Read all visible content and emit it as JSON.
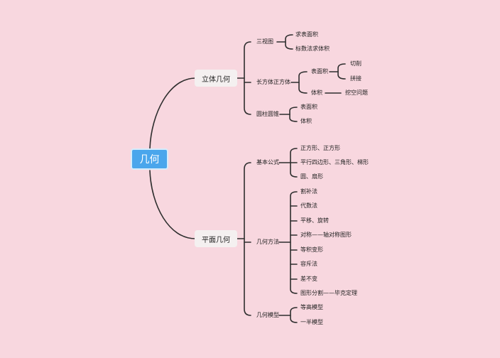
{
  "root": "几何",
  "branches": {
    "solid": {
      "label": "立体几何",
      "three_view": {
        "label": "三视图",
        "items": [
          "求表面积",
          "标数法求体积"
        ]
      },
      "cuboid": {
        "label": "长方体正方体",
        "surface": {
          "label": "表面积",
          "items": [
            "切削",
            "拼接"
          ]
        },
        "volume": {
          "label": "体积",
          "items": [
            "挖空问题"
          ]
        }
      },
      "cylinder": {
        "label": "圆柱圆锥",
        "items": [
          "表面积",
          "体积"
        ]
      }
    },
    "plane": {
      "label": "平面几何",
      "formula": {
        "label": "基本公式",
        "items": [
          "正方形、正方形",
          "平行四边形、三角形、梯形",
          "圆、扇形"
        ]
      },
      "methods": {
        "label": "几何方法",
        "items": [
          "割补法",
          "代数法",
          "平移、旋转",
          "对称——轴对称图形",
          "等积变形",
          "容斥法",
          "差不变",
          "图形分割——毕克定理"
        ]
      },
      "models": {
        "label": "几何模型",
        "items": [
          "等高模型",
          "一半模型"
        ]
      }
    }
  }
}
